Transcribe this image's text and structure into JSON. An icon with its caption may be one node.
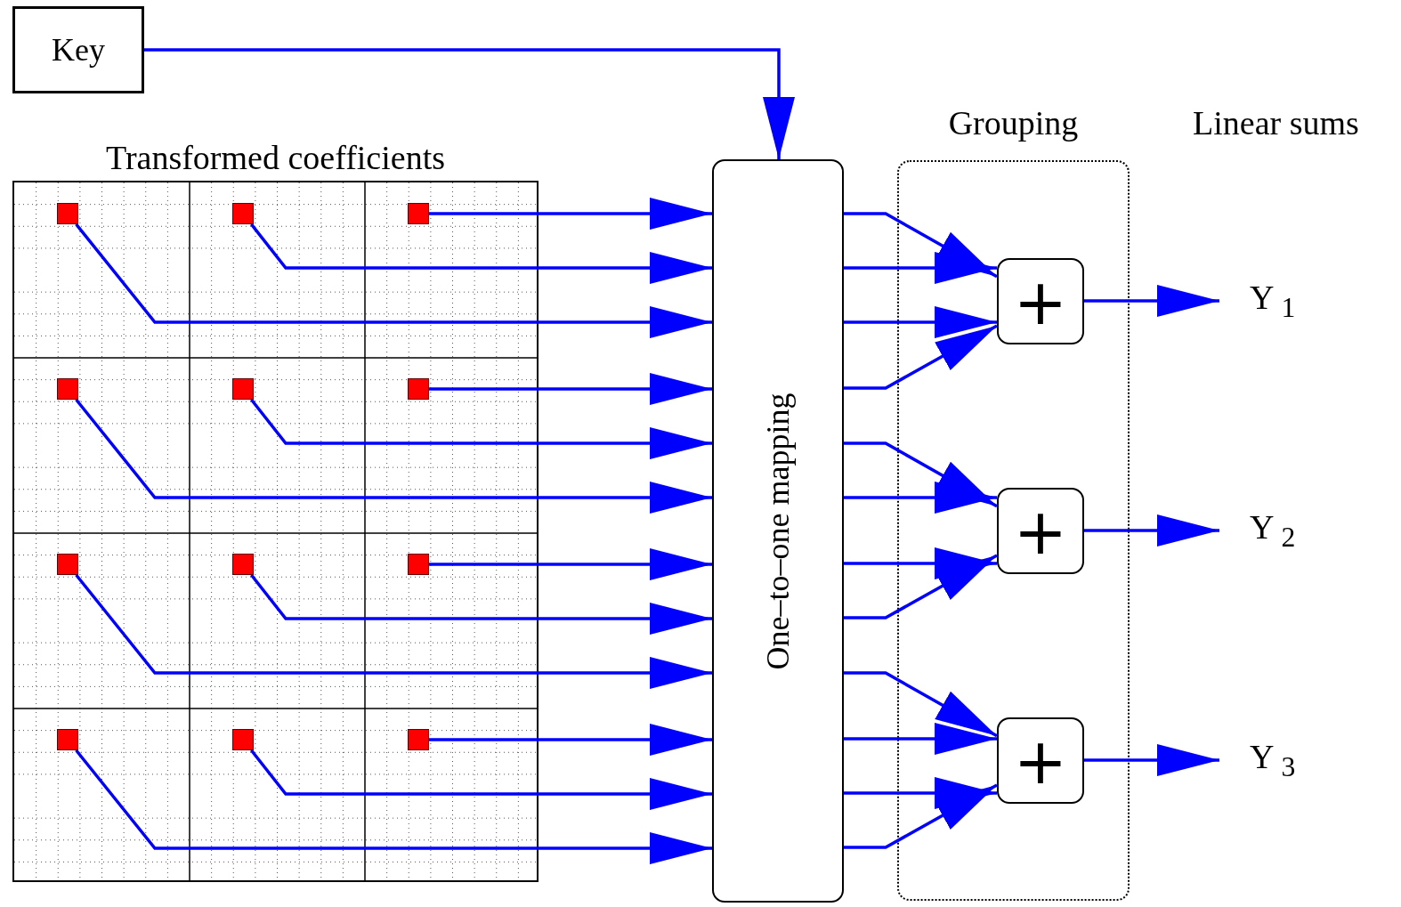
{
  "diagram": {
    "nodes": [
      {
        "text": [
          "Key"
        ]
      },
      {
        "text": [
          "Transformed coefficients"
        ]
      },
      {
        "text": [],
        "shape": "box",
        "in": 1
      },
      {
        "text": [],
        "shape": "box",
        "in": 1
      },
      {
        "text": [],
        "shape": "box",
        "in": 1
      },
      {
        "text": [],
        "shape": "box",
        "in": 1
      },
      {
        "text": [],
        "shape": "box",
        "in": 1
      },
      {
        "text": [],
        "shape": "box",
        "in": 1
      },
      {
        "text": [],
        "shape": "box",
        "in": 1
      },
      {
        "text": [],
        "shape": "box",
        "in": 1
      },
      {
        "text": [],
        "shape": "box",
        "in": 1
      },
      {
        "text": [],
        "shape": "box",
        "in": 1
      },
      {
        "text": [],
        "shape": "box",
        "in": 1
      },
      {
        "text": [],
        "shape": "box",
        "in": 1
      },
      {
        "text": [
          "One–to–one mapping"
        ]
      },
      {
        "text": [
          "Grouping"
        ]
      },
      {
        "text": [
          "+"
        ],
        "in": 15
      },
      {
        "text": [
          "+"
        ],
        "in": 15
      },
      {
        "text": [
          "+"
        ],
        "in": 15
      },
      {
        "text": [
          "Y $_{1}$"
        ]
      },
      {
        "text": [
          "Y $_{2}$"
        ]
      },
      {
        "text": [
          "Y $_{3}$"
        ]
      }
    ],
    "edges": [
      {
        "from": 0,
        "to": 14,
        "arrow": "to"
      },
      {
        "from": 4,
        "to": 14,
        "arrow": "to"
      },
      {
        "from": 3,
        "to": 14,
        "arrow": "to"
      },
      {
        "from": 2,
        "to": 14,
        "arrow": "to"
      },
      {
        "from": 7,
        "to": 14,
        "arrow": "to"
      },
      {
        "from": 6,
        "to": 14,
        "arrow": "to"
      },
      {
        "from": 5,
        "to": 14,
        "arrow": "to"
      },
      {
        "from": 10,
        "to": 14,
        "arrow": "to"
      },
      {
        "from": 9,
        "to": 14,
        "arrow": "to"
      },
      {
        "from": 8,
        "to": 14,
        "arrow": "to"
      },
      {
        "from": 13,
        "to": 14,
        "arrow": "to"
      },
      {
        "from": 12,
        "to": 14,
        "arrow": "to"
      },
      {
        "from": 11,
        "to": 14,
        "arrow": "to"
      },
      {
        "from": 14,
        "to": 16,
        "arrow": "to"
      },
      {
        "from": 14,
        "to": 16,
        "arrow": "to"
      },
      {
        "from": 14,
        "to": 16,
        "arrow": "to"
      },
      {
        "from": 14,
        "to": 16,
        "arrow": "to"
      },
      {
        "from": 14,
        "to": 17,
        "arrow": "to"
      },
      {
        "from": 14,
        "to": 17,
        "arrow": "to"
      },
      {
        "from": 14,
        "to": 17,
        "arrow": "to"
      },
      {
        "from": 14,
        "to": 17,
        "arrow": "to"
      },
      {
        "from": 14,
        "to": 18,
        "arrow": "to"
      },
      {
        "from": 14,
        "to": 18,
        "arrow": "to"
      },
      {
        "from": 14,
        "to": 18,
        "arrow": "to"
      },
      {
        "from": 14,
        "to": 18,
        "arrow": "to"
      },
      {
        "from": 16,
        "to": 19,
        "arrow": "to"
      },
      {
        "from": 17,
        "to": 20,
        "arrow": "to"
      },
      {
        "from": 18,
        "to": 21,
        "arrow": "to"
      }
    ],
    "labels": [
      "Linear sums"
    ]
  }
}
